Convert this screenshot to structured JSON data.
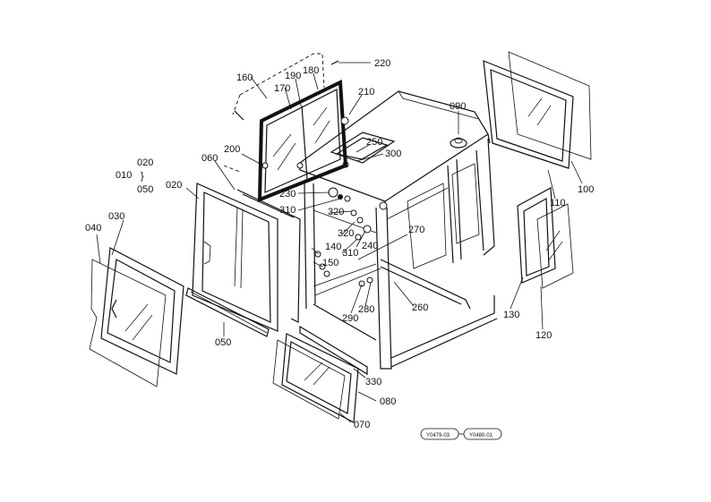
{
  "parts": {
    "p220": "220",
    "p160": "160",
    "p190": "190",
    "p180": "180",
    "p170": "170",
    "p210": "210",
    "p090": "090",
    "p250": "250",
    "p300": "300",
    "p200": "200",
    "p060": "060",
    "p020": "020",
    "p010": "010",
    "p020b": "020",
    "p050b": "050",
    "p030": "030",
    "p040": "040",
    "p230": "230",
    "p310": "310",
    "p320": "320",
    "p320b": "320",
    "p140": "140",
    "p240": "240",
    "p310b": "310",
    "p150": "150",
    "p270": "270",
    "p260": "260",
    "p290": "290",
    "p280": "280",
    "p050": "050",
    "p330": "330",
    "p080": "080",
    "p070": "070",
    "p100": "100",
    "p110": "110",
    "p130": "130",
    "p120": "120"
  },
  "bracket_symbol": "}",
  "refs": {
    "ref1": "Y0479-03",
    "ref2": "Y0480-01"
  }
}
